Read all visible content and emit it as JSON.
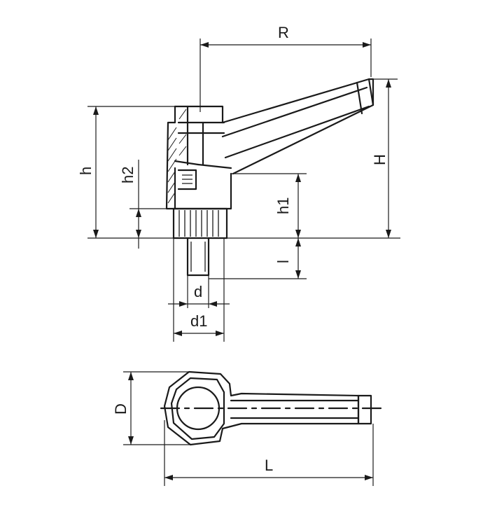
{
  "labels": {
    "R": "R",
    "h": "h",
    "h2": "h2",
    "H": "H",
    "h1": "h1",
    "l": "l",
    "d": "d",
    "d1": "d1",
    "D": "D",
    "L": "L"
  }
}
